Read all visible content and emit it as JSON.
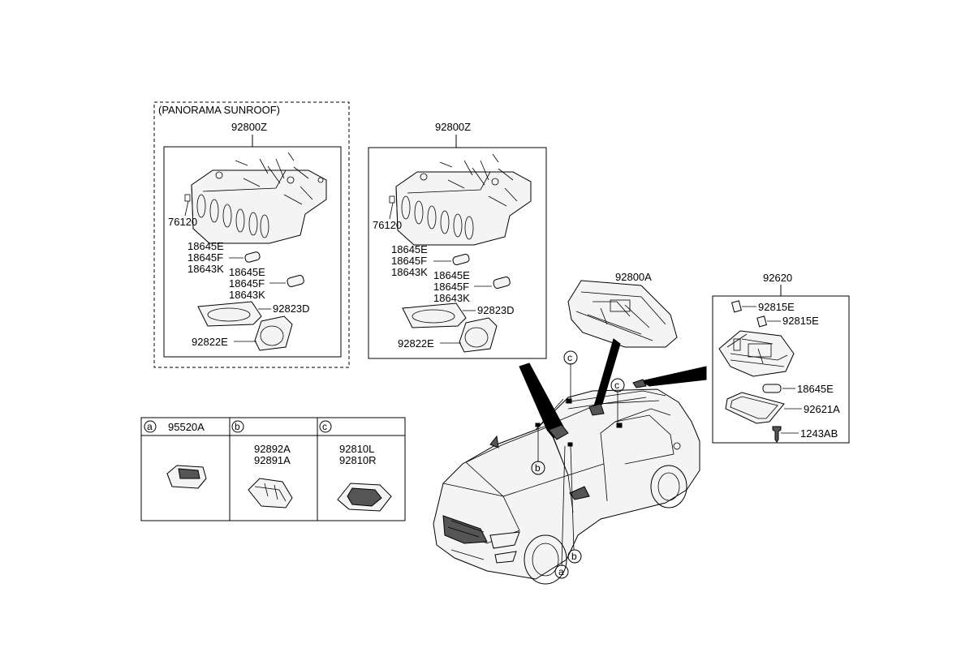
{
  "panorama_group": {
    "title": "(PANORAMA SUNROOF)",
    "assembly": "92800Z",
    "labels": [
      "76120",
      "18645E",
      "18645F",
      "18643K",
      "18645E",
      "18645F",
      "18643K",
      "92823D",
      "92822E"
    ]
  },
  "standard_group": {
    "assembly": "92800Z",
    "labels": [
      "76120",
      "18645E",
      "18645F",
      "18643K",
      "18645E",
      "18645F",
      "18643K",
      "92823D",
      "92822E"
    ]
  },
  "overhead_lamp": {
    "part": "92800A"
  },
  "room_lamp_group": {
    "assembly": "92620",
    "labels": [
      "92815E",
      "92815E",
      "18645E",
      "92621A",
      "1243AB"
    ]
  },
  "legend": {
    "cells": [
      {
        "marker": "a",
        "parts": [
          "95520A"
        ]
      },
      {
        "marker": "b",
        "parts": [
          "92892A",
          "92891A"
        ]
      },
      {
        "marker": "c",
        "parts": [
          "92810L",
          "92810R"
        ]
      }
    ]
  },
  "vehicle_callouts": [
    "c",
    "c",
    "b",
    "b",
    "a"
  ]
}
